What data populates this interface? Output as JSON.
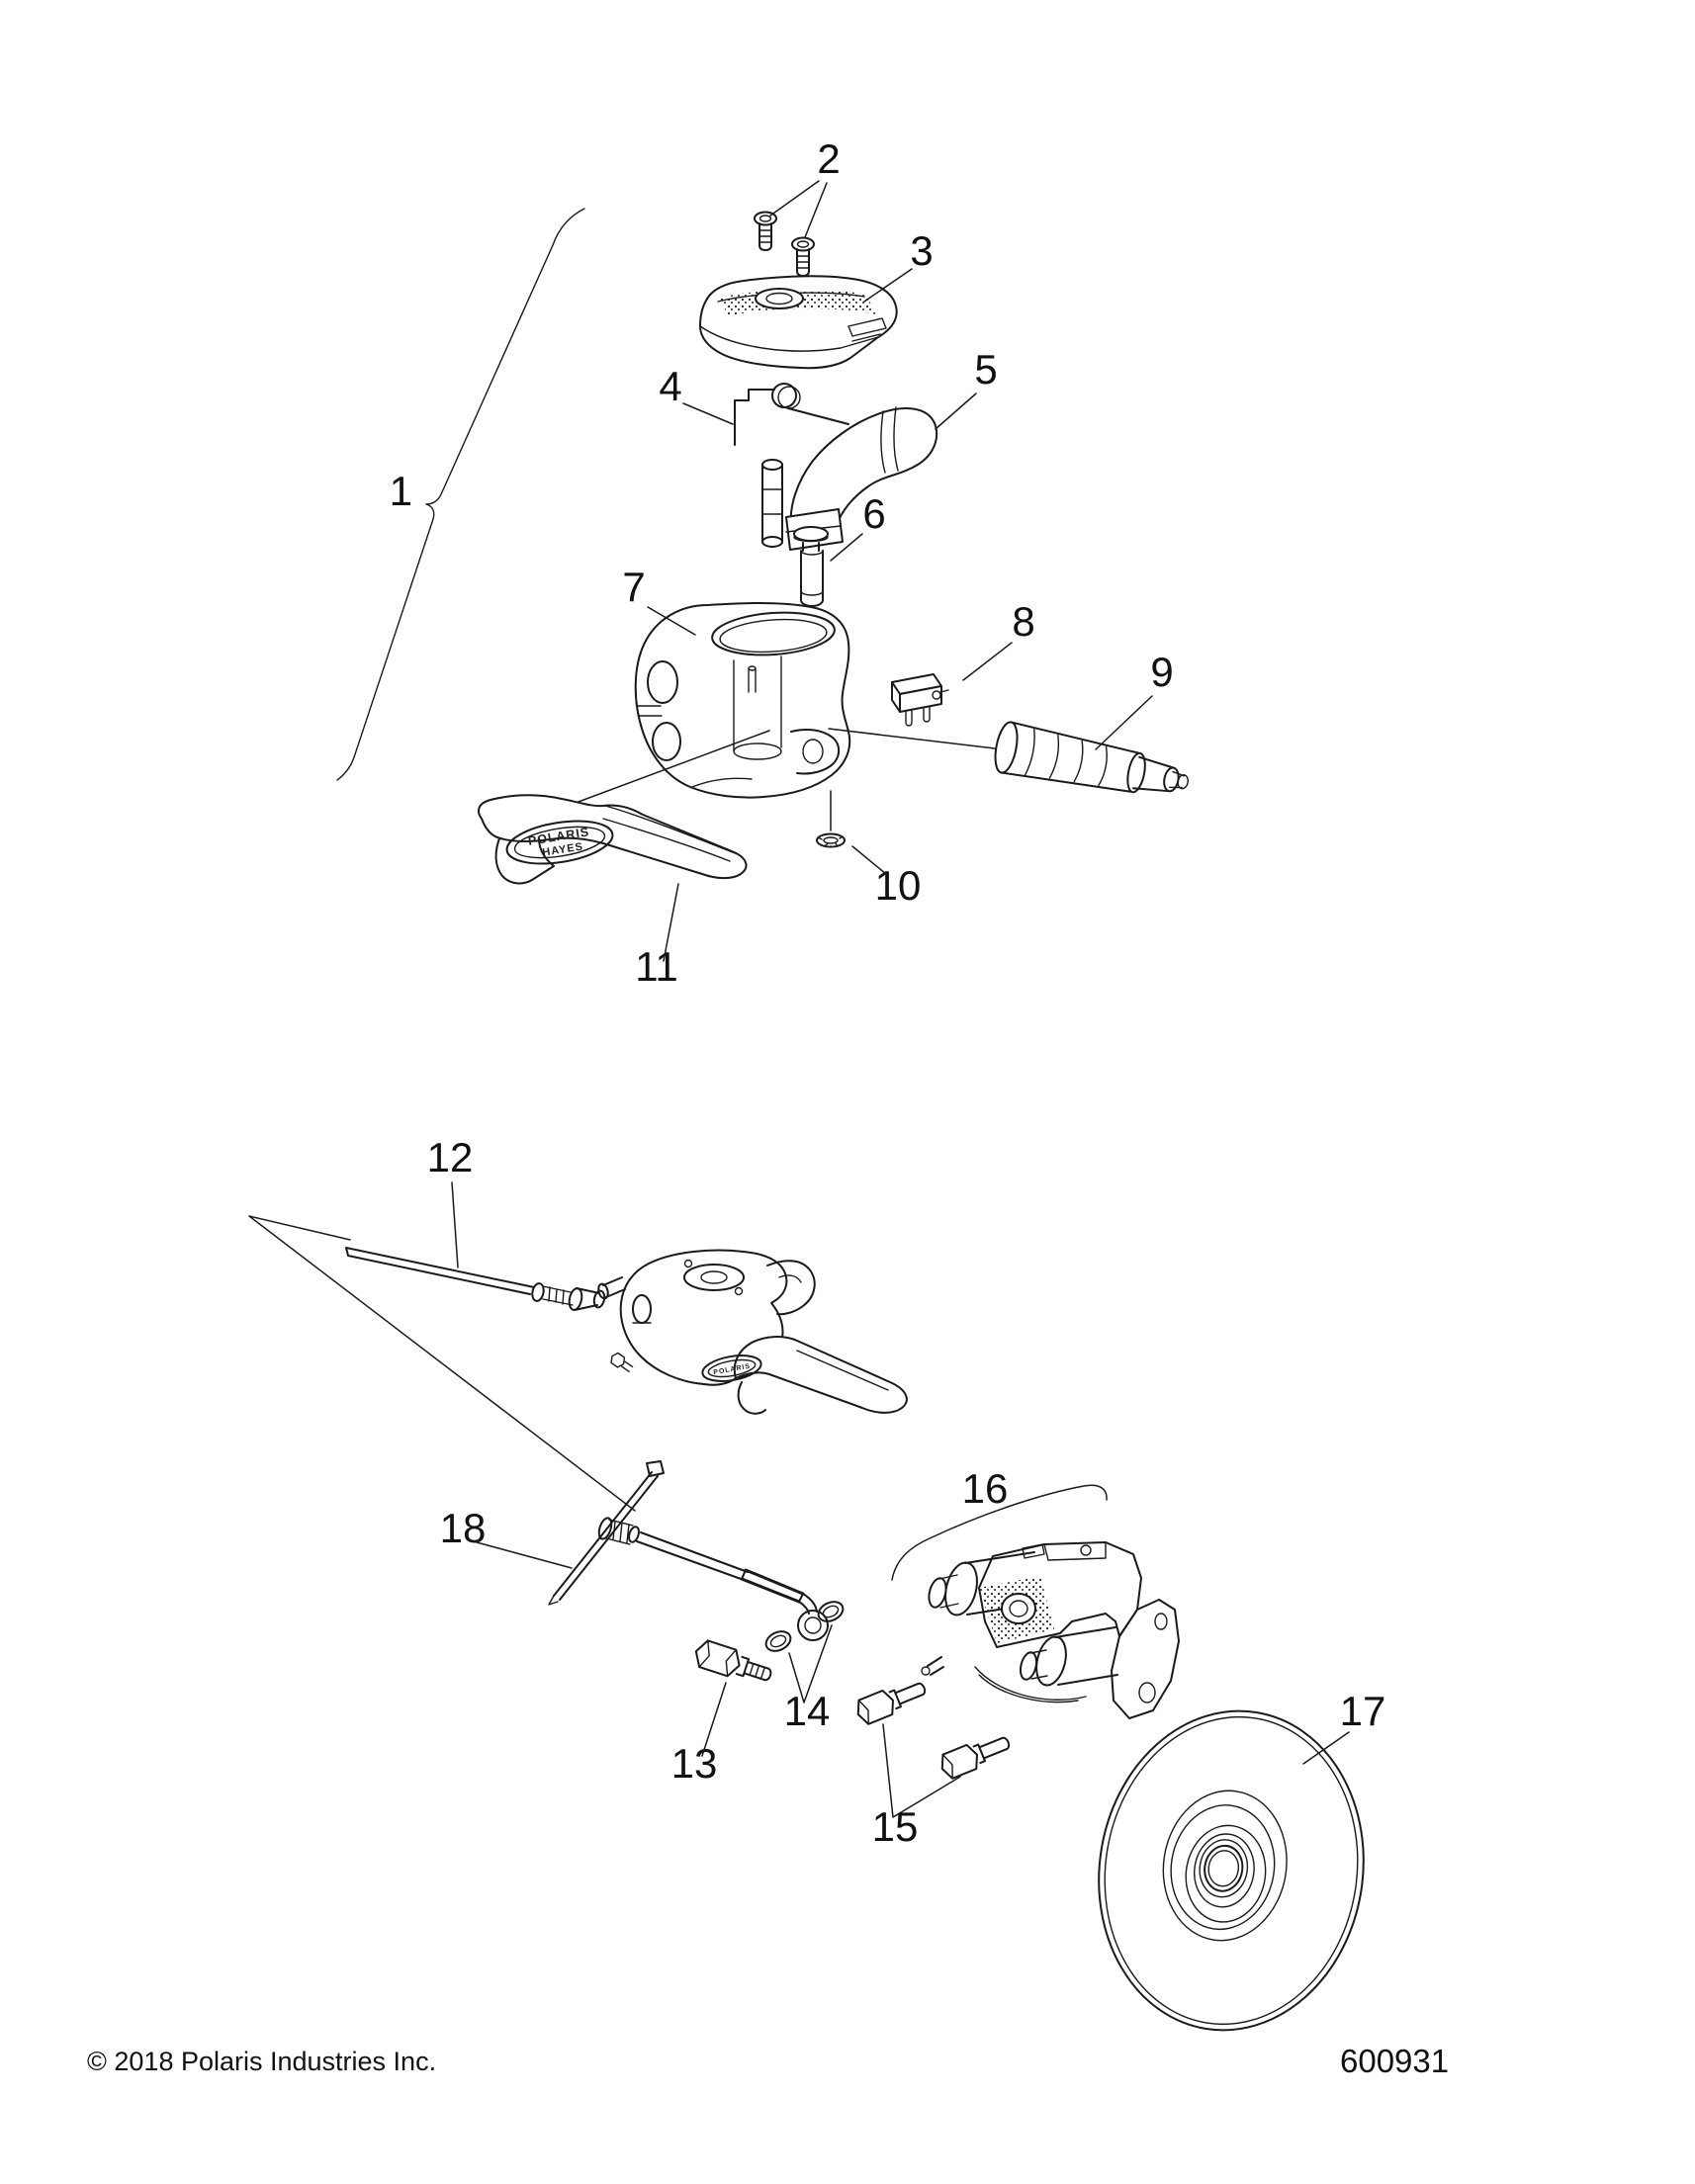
{
  "figure": {
    "copyright": "© 2018 Polaris Industries Inc.",
    "drawing_number": "600931"
  },
  "lever_logo": {
    "line1": "POLARIS",
    "line2": "HAYES"
  },
  "callouts": {
    "n1": "1",
    "n2": "2",
    "n3": "3",
    "n4": "4",
    "n5": "5",
    "n6": "6",
    "n7": "7",
    "n8": "8",
    "n9": "9",
    "n10": "10",
    "n11": "11",
    "n12": "12",
    "n13": "13",
    "n14": "14",
    "n15": "15",
    "n16": "16",
    "n17": "17",
    "n18": "18"
  }
}
